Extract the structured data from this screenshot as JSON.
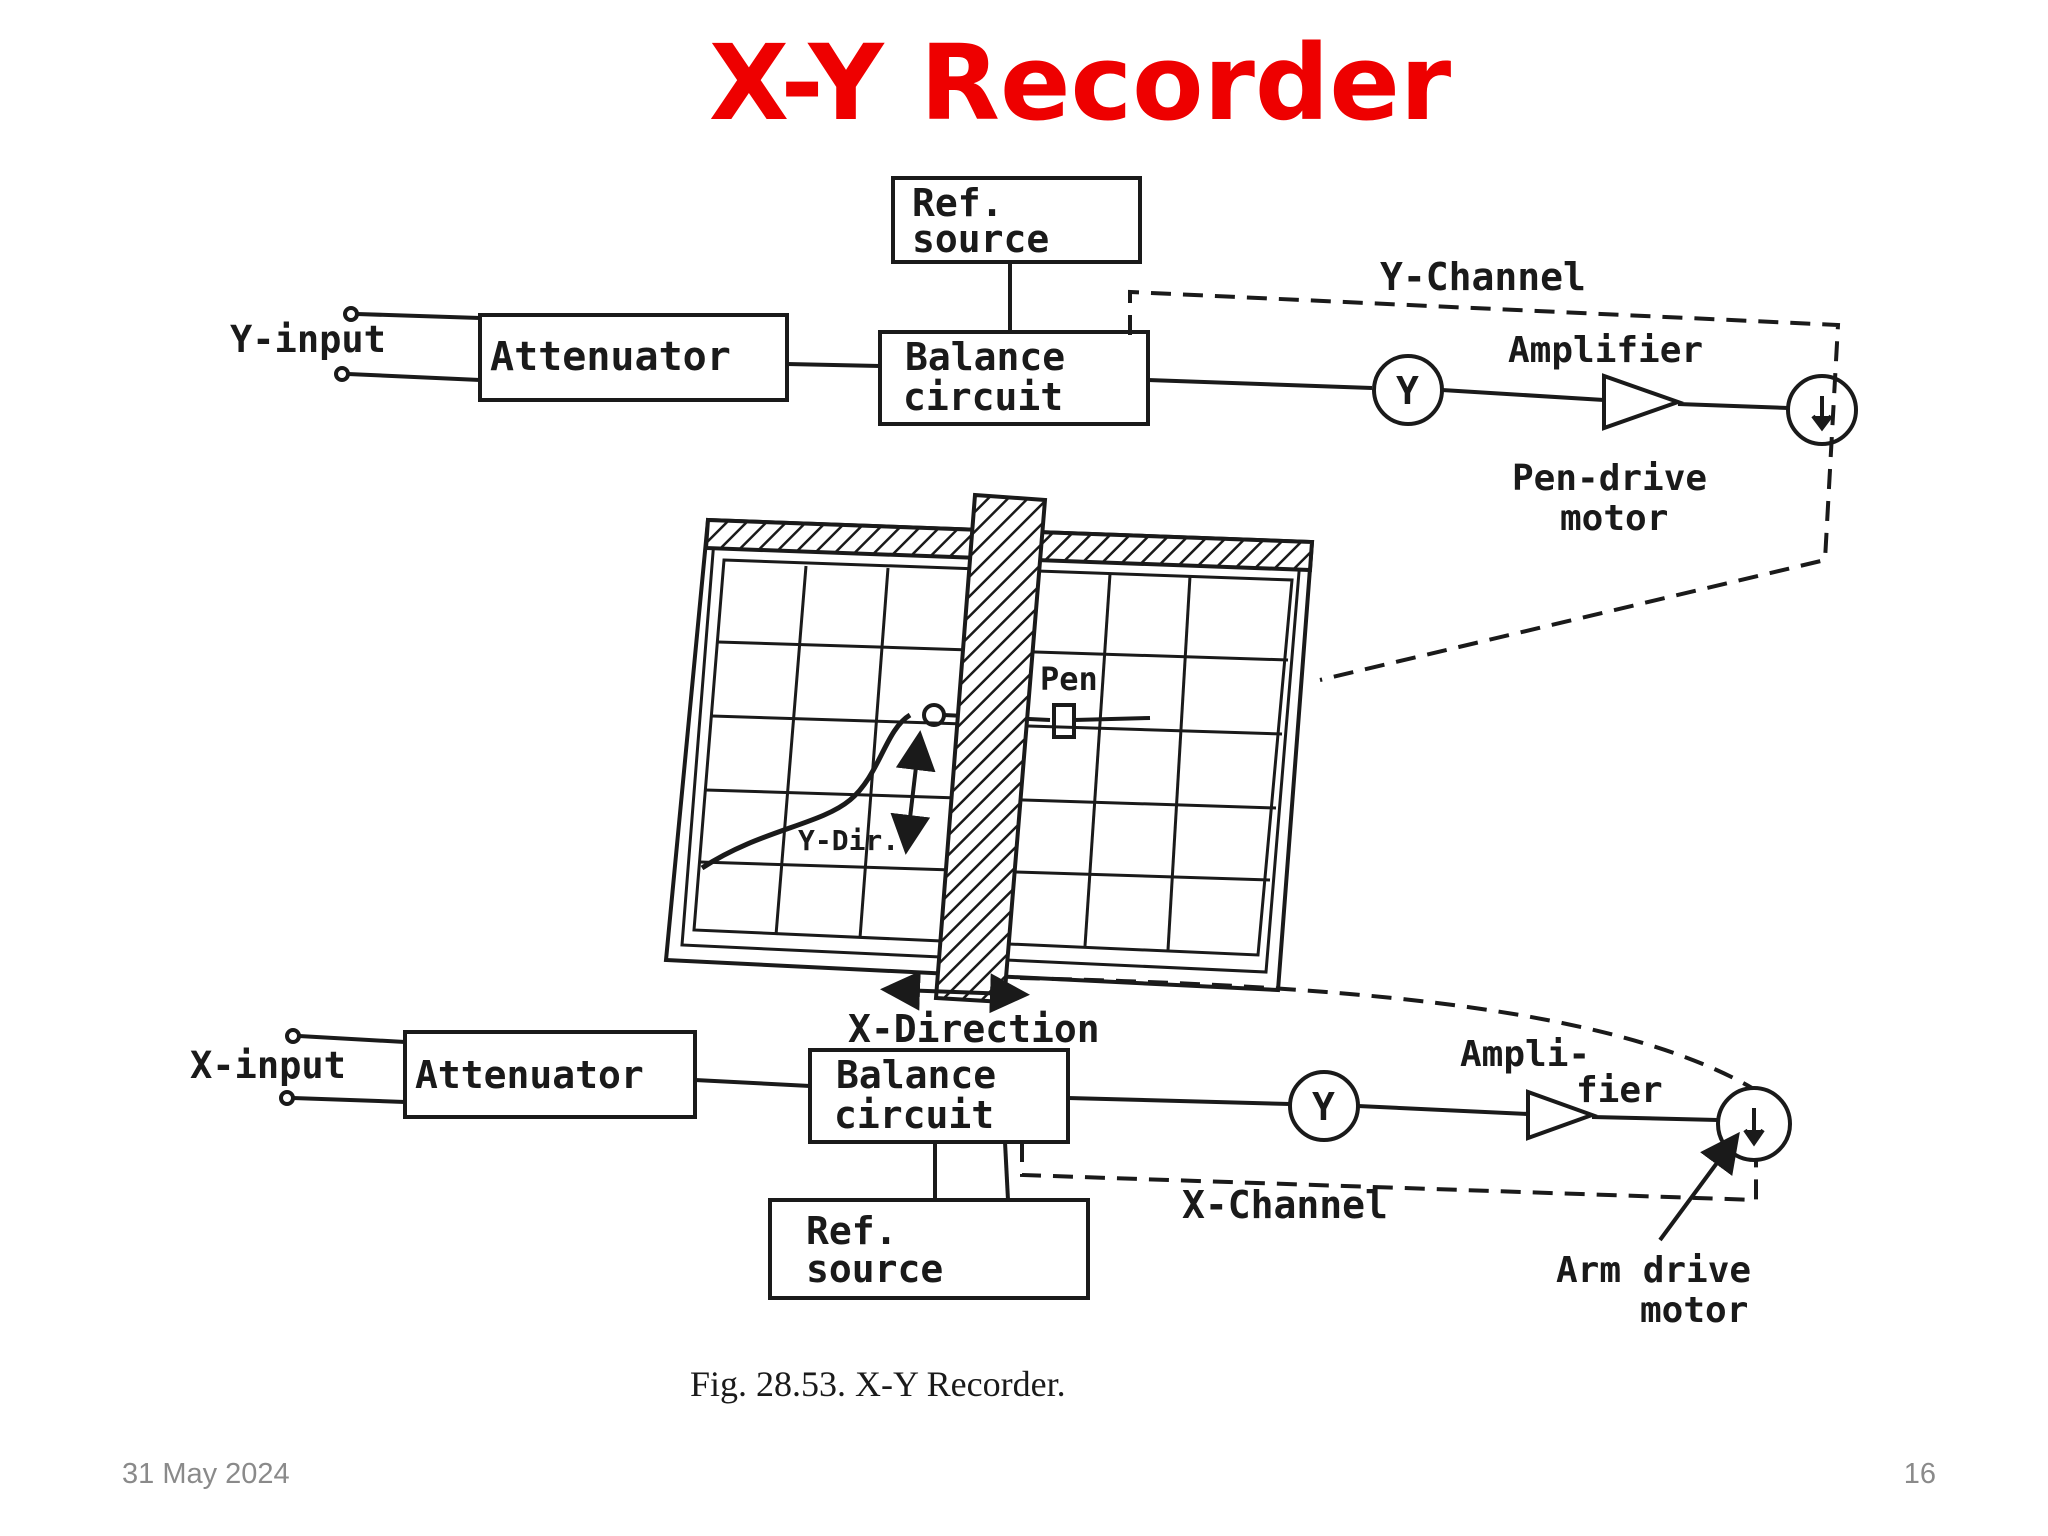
{
  "slide": {
    "title": "X-Y Recorder",
    "title_color": "#ee0000",
    "date": "31 May 2024",
    "slide_number": "16"
  },
  "diagram": {
    "y_input": "Y-input",
    "y_attenuator": "Attenuator",
    "y_balance_1": "Balance",
    "y_balance_2": "circuit",
    "y_ref_1": "Ref.",
    "y_ref_2": "source",
    "y_channel": "Y-Channel",
    "y_detector": "Y",
    "y_amplifier": "Amplifier",
    "y_motor_1": "Pen-drive",
    "y_motor_2": "motor",
    "pen": "Pen",
    "y_dir": "Y-Dir.",
    "x_direction": "X-Direction",
    "x_input": "X-input",
    "x_attenuator": "Attenuator",
    "x_balance_1": "Balance",
    "x_balance_2": "circuit",
    "x_ref_1": "Ref.",
    "x_ref_2": "source",
    "x_channel": "X-Channel",
    "x_detector": "Y",
    "x_amplifier_1": "Ampli-",
    "x_amplifier_2": "fier",
    "x_motor_1": "Arm drive",
    "x_motor_2": "motor",
    "caption": "Fig. 28.53. X-Y Recorder."
  }
}
